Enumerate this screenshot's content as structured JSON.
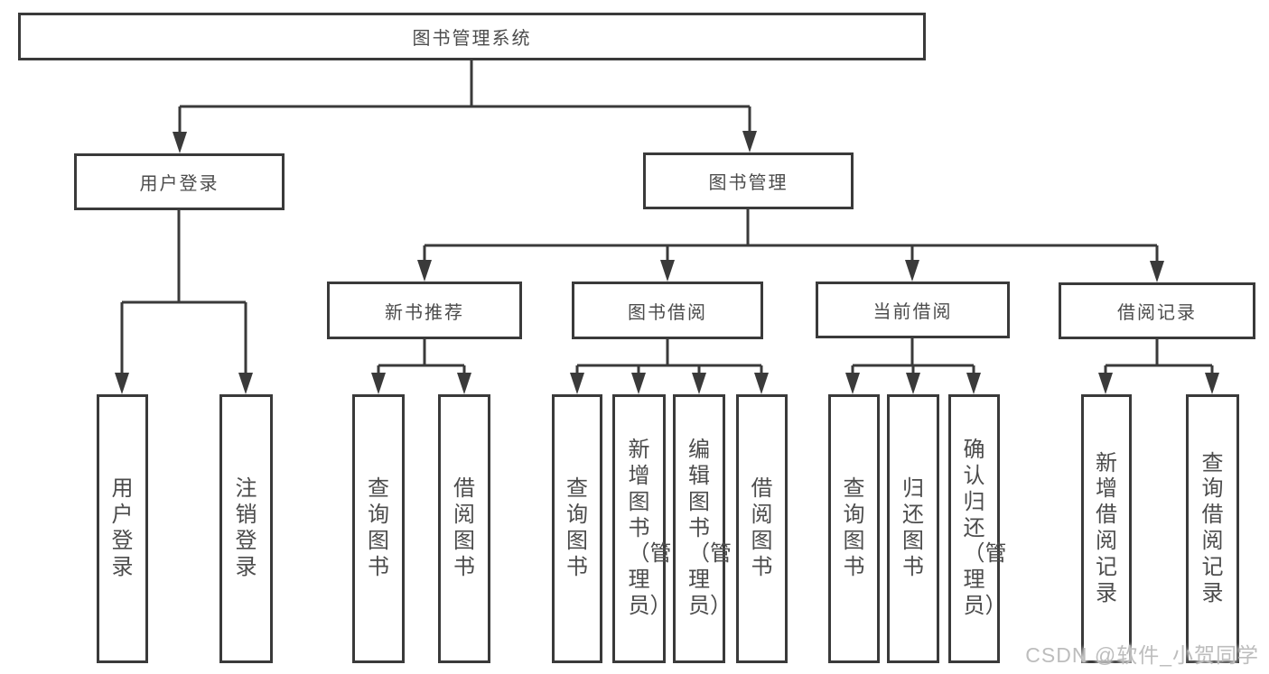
{
  "diagram": {
    "root": {
      "label": "图书管理系统"
    },
    "level2": [
      {
        "label": "用户登录"
      },
      {
        "label": "图书管理"
      }
    ],
    "level3": [
      {
        "label": "新书推荐"
      },
      {
        "label": "图书借阅"
      },
      {
        "label": "当前借阅"
      },
      {
        "label": "借阅记录"
      }
    ],
    "leaf_groups": [
      {
        "parent": "用户登录",
        "items": [
          {
            "label": "用户登录"
          },
          {
            "label": "注销登录"
          }
        ]
      },
      {
        "parent": "新书推荐",
        "items": [
          {
            "label": "查询图书"
          },
          {
            "label": "借阅图书"
          }
        ]
      },
      {
        "parent": "图书借阅",
        "items": [
          {
            "label": "查询图书"
          },
          {
            "label": "新增图书（管理员）"
          },
          {
            "label": "编辑图书（管理员）"
          },
          {
            "label": "借阅图书"
          }
        ]
      },
      {
        "parent": "当前借阅",
        "items": [
          {
            "label": "查询图书"
          },
          {
            "label": "归还图书"
          },
          {
            "label": "确认归还（管理员）"
          }
        ]
      },
      {
        "parent": "借阅记录",
        "items": [
          {
            "label": "新增借阅记录"
          },
          {
            "label": "查询借阅记录"
          }
        ]
      }
    ]
  },
  "watermark": {
    "text": "CSDN @软件_小贺同学"
  },
  "colors": {
    "line": "#3a3a3a",
    "text": "#4c4c4c",
    "watermark": "#bdbdbd",
    "background": "#ffffff"
  }
}
